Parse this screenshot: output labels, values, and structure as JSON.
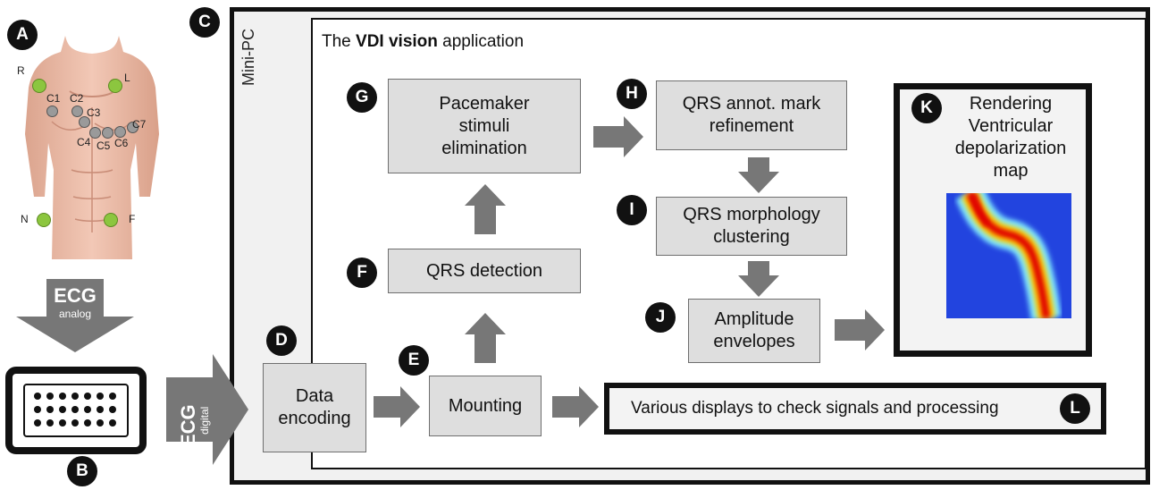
{
  "badges": {
    "a": "A",
    "b": "B",
    "c": "C",
    "d": "D",
    "e": "E",
    "f": "F",
    "g": "G",
    "h": "H",
    "i": "I",
    "j": "J",
    "k": "K",
    "l": "L"
  },
  "leads": {
    "r": "R",
    "l": "L",
    "n": "N",
    "f": "F",
    "c1": "C1",
    "c2": "C2",
    "c3": "C3",
    "c4": "C4",
    "c5": "C5",
    "c6": "C6",
    "c7": "C7"
  },
  "ecg_analog": {
    "main": "ECG",
    "sub": "analog"
  },
  "ecg_digital": {
    "main": "ECG",
    "sub": "digital"
  },
  "mini_pc_label": "Mini-PC",
  "app_title": {
    "prefix": "The ",
    "bold": "VDI vision",
    "suffix": " application"
  },
  "boxes": {
    "data_encoding": "Data\nencoding",
    "mounting": "Mounting",
    "qrs_detection": "QRS detection",
    "pacemaker": "Pacemaker\nstimuli\nelimination",
    "qrs_refinement": "QRS annot. mark\nrefinement",
    "qrs_clustering": "QRS morphology\nclustering",
    "amplitude": "Amplitude\nenvelopes",
    "rendering": "Rendering\nVentricular\ndepolarization\nmap",
    "displays": "Various displays to check signals and processing"
  },
  "colors": {
    "arrow": "#777777",
    "badge": "#111111",
    "box_fill": "#dedede",
    "lead_green": "#8cc63f",
    "lead_grey": "#9a9a9a",
    "skin": "#e9b9a5",
    "heatmap_bg": "#1a2fd6",
    "heatmap_hot": "#e00000"
  },
  "icons": {
    "torso": "human-torso-with-ecg-leads",
    "connector": "ecg-connector-plug"
  }
}
